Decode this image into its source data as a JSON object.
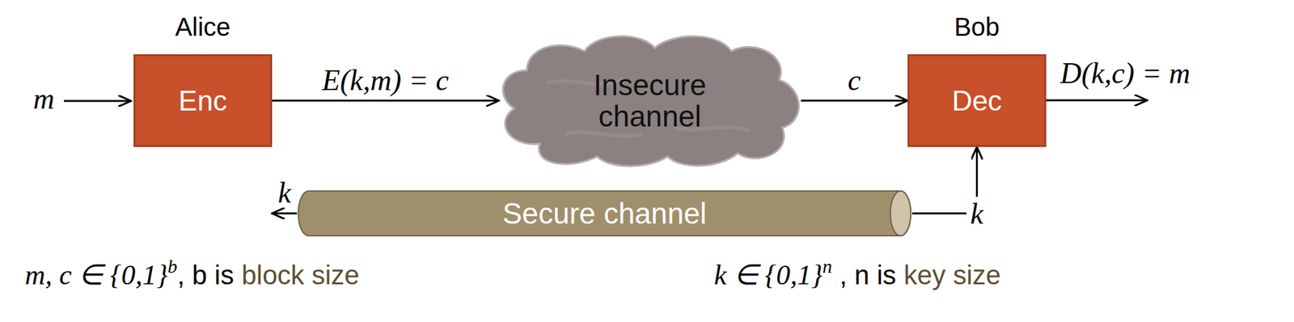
{
  "diagram": {
    "nodes": [
      {
        "text": [
          "Alice",
          "Enc"
        ]
      },
      {
        "text": [
          "Insecure channel"
        ]
      },
      {
        "text": [
          "Bob",
          "Dec"
        ]
      },
      {
        "text": [
          "Secure channel"
        ]
      }
    ],
    "edges": [
      {
        "from": 0,
        "to": 1,
        "label": "E(k,m) = c",
        "arrow": "to"
      },
      {
        "from": 1,
        "to": 2,
        "label": "c",
        "arrow": "to"
      },
      {
        "from": 3,
        "to": 0,
        "label": "k",
        "arrow": "to"
      },
      {
        "from": 3,
        "to": 2,
        "label": "k",
        "arrow": "to"
      }
    ],
    "labels": [
      "m",
      "D(k,c) = m",
      "m, c ∈ {0,1}",
      "b",
      ", b is",
      "block size",
      "k ∈ {0,1}",
      "n",
      " , n is",
      "key size"
    ]
  }
}
